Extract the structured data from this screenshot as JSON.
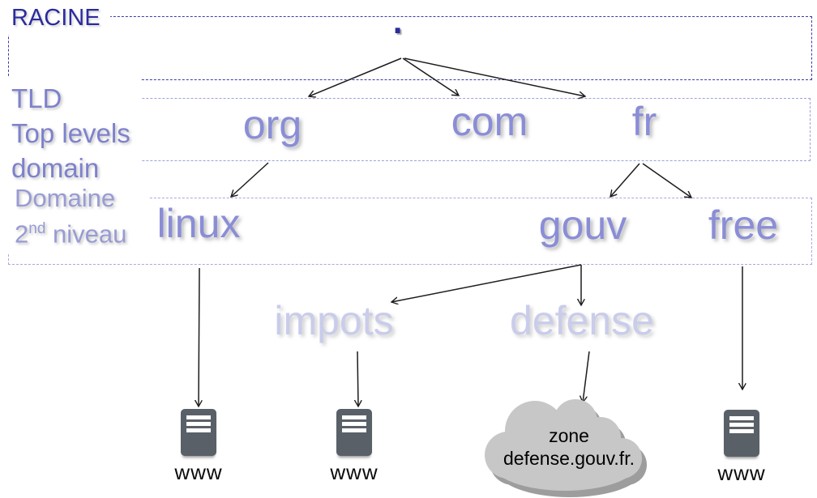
{
  "captions": {
    "racine": "RACINE",
    "tld_lines": [
      "TLD",
      "Top levels",
      "domain"
    ],
    "sld": {
      "line1": "Domaine",
      "line2_base": "2",
      "line2_sup": "nd",
      "line2_rest": " niveau"
    }
  },
  "tree": {
    "root": ".",
    "tld_nodes": [
      "org",
      "com",
      "fr"
    ],
    "second_level_nodes": [
      "linux",
      "gouv",
      "free"
    ],
    "subdomain_nodes": [
      "impots",
      "defense"
    ],
    "edges": [
      {
        "from": "racine",
        "to": "org"
      },
      {
        "from": "racine",
        "to": "com"
      },
      {
        "from": "racine",
        "to": "fr"
      },
      {
        "from": "org",
        "to": "linux"
      },
      {
        "from": "fr",
        "to": "gouv"
      },
      {
        "from": "fr",
        "to": "free"
      },
      {
        "from": "gouv",
        "to": "impots"
      },
      {
        "from": "gouv",
        "to": "defense"
      },
      {
        "from": "linux",
        "to": "www-server-1"
      },
      {
        "from": "impots",
        "to": "www-server-2"
      },
      {
        "from": "defense",
        "to": "zone-cloud"
      },
      {
        "from": "free",
        "to": "www-server-3"
      }
    ]
  },
  "servers": [
    {
      "label": "www"
    },
    {
      "label": "www"
    },
    {
      "label": "www"
    }
  ],
  "cloud": {
    "line1": "zone",
    "line2": "defense.gouv.fr."
  },
  "colors": {
    "racine_blue": "#2B2B9E",
    "root_box_border": "#3A3AA8",
    "row_box_border": "#9DA1DF",
    "caption_purple": "#7E81CC",
    "caption_purple_light": "#989BD3",
    "node_purple": "#8A8DD6",
    "node_purple_pale": "#C9CCEA",
    "server_gray": "#5A6067",
    "cloud_gray": "#C7C7C7",
    "cloud_shadow_gray": "#9D9D9D",
    "arrow_black": "#1c1c1c"
  }
}
